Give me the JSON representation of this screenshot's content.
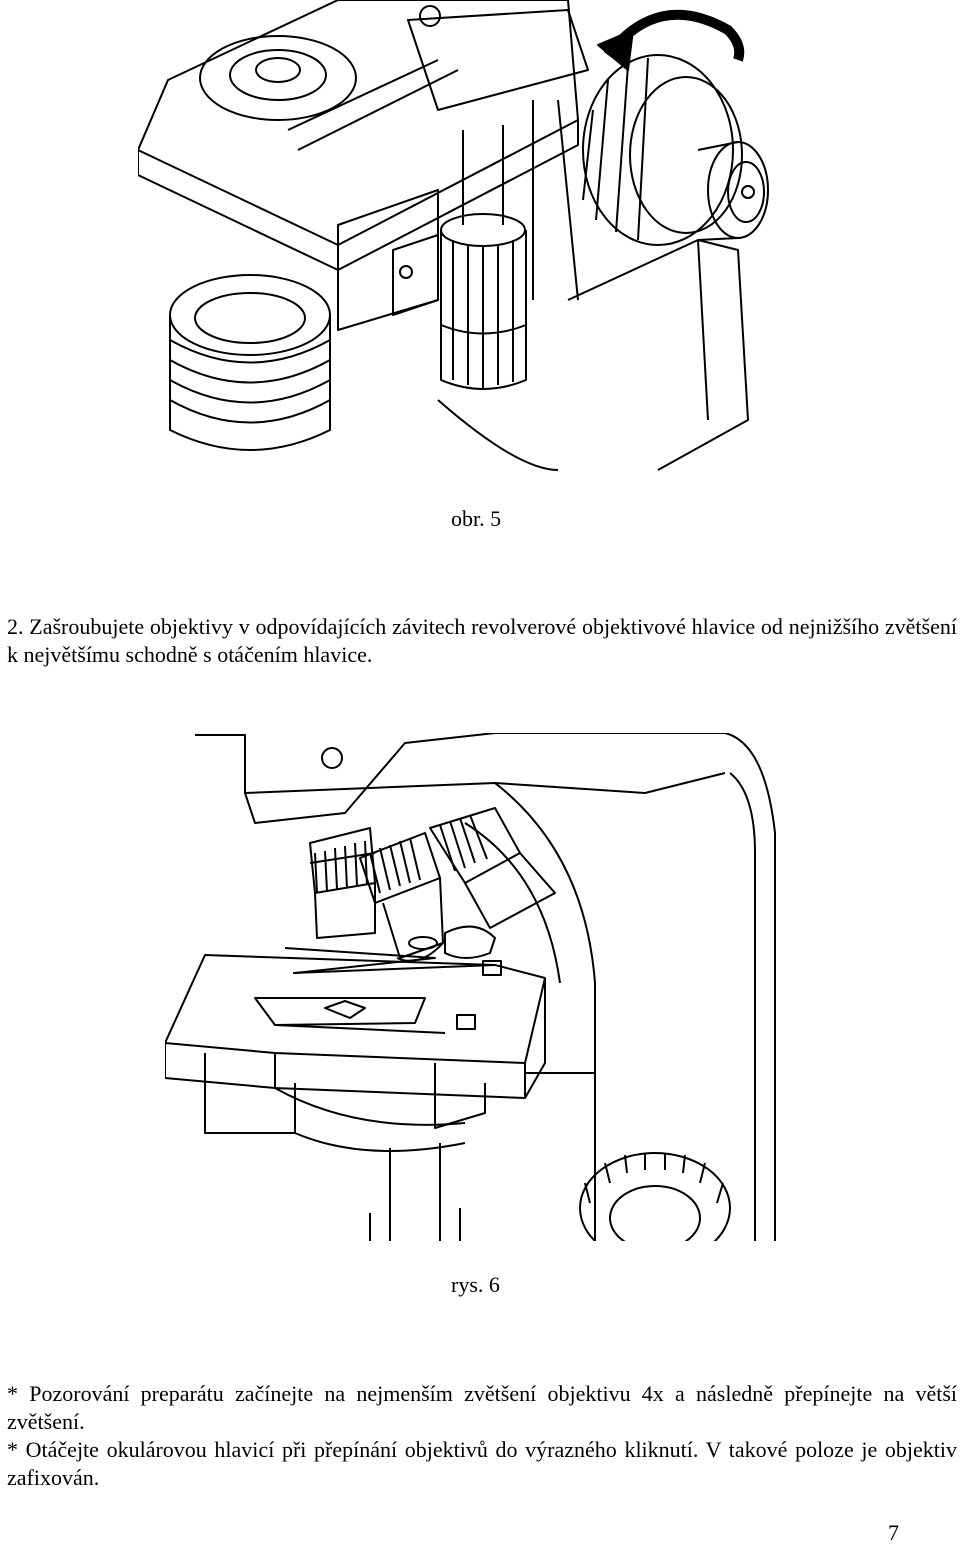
{
  "figures": {
    "fig5": {
      "caption": "obr. 5"
    },
    "fig6": {
      "caption": "rys. 6"
    }
  },
  "text": {
    "step2": "2. Zašroubujete objektivy v odpovídajících závitech revolverové objektivové hlavice od nejnižšího zvětšení k největšímu schodně s otáčením hlavice.",
    "note1": "* Pozorování preparátu začínejte na nejmenším zvětšení objektivu 4x a následně přepínejte na větší zvětšení.",
    "note2": "* Otáčejte okulárovou hlavicí při přepínání objektivů do výrazného kliknutí. V takové poloze je objektiv zafixován."
  },
  "page_number": "7"
}
